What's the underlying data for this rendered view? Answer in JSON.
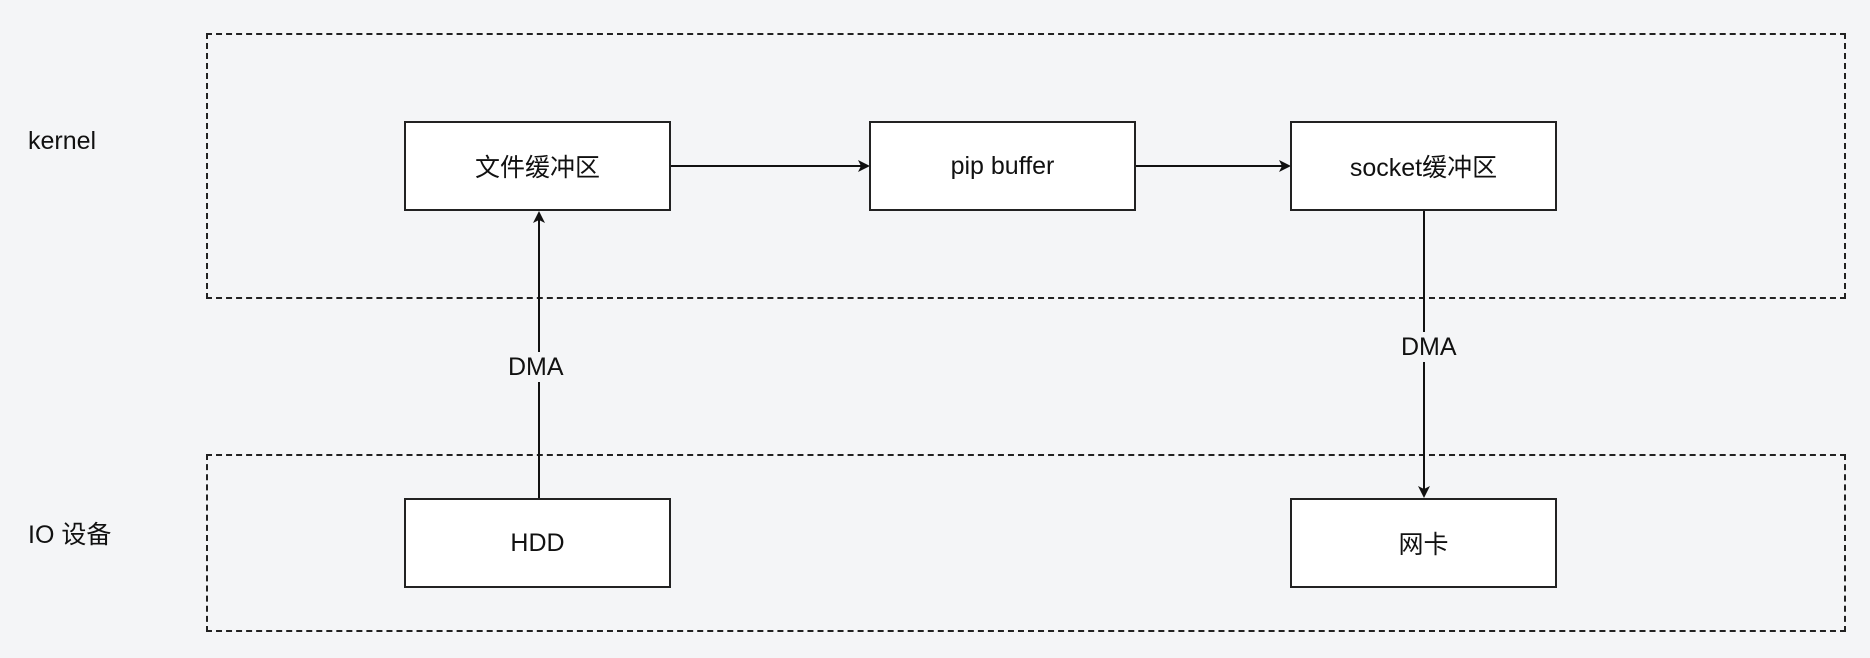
{
  "zones": {
    "kernel": {
      "label": "kernel"
    },
    "io": {
      "label": "IO 设备"
    }
  },
  "nodes": {
    "file_buffer": "文件缓冲区",
    "pip_buffer": "pip buffer",
    "socket_buffer": "socket缓冲区",
    "hdd": "HDD",
    "nic": "网卡"
  },
  "edges": {
    "hdd_to_file_label": "DMA",
    "socket_to_nic_label": "DMA"
  },
  "colors": {
    "background": "#f4f5f7",
    "stroke": "#222222",
    "node_fill": "#ffffff"
  }
}
